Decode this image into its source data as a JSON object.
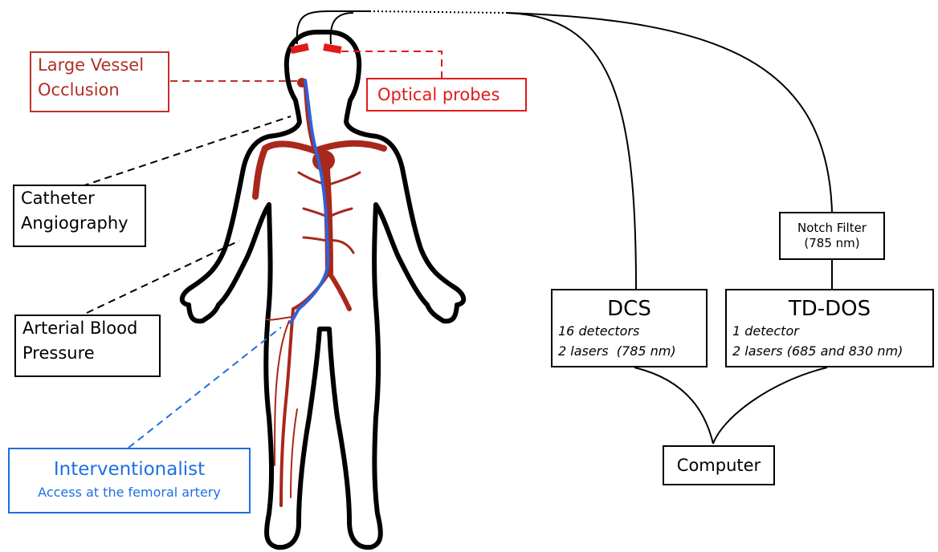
{
  "labels": {
    "large_vessel_occlusion": [
      "Large Vessel",
      "Occlusion"
    ],
    "optical_probes": "Optical probes",
    "catheter_angiography": [
      "Catheter",
      "Angiography"
    ],
    "arterial_blood_pressure": [
      "Arterial Blood",
      "Pressure"
    ],
    "interventionalist": {
      "title": "Interventionalist",
      "subtitle": "Access at the femoral artery"
    },
    "notch_filter": [
      "Notch Filter",
      "(785 nm)"
    ],
    "dcs": {
      "title": "DCS",
      "line1": "16 detectors",
      "line2": "2 lasers  (785 nm)"
    },
    "tddos": {
      "title": "TD-DOS",
      "line1": "1 detector",
      "line2": "2 lasers (685 and 830 nm)"
    },
    "computer": "Computer"
  },
  "colors": {
    "vessel_red": "#a8281c",
    "probe_red": "#e01b1b",
    "label_red": "#b03024",
    "catheter_blue": "#2e62d9",
    "intervention_blue": "#1f6fe0",
    "outline": "#000000"
  },
  "icons": [
    "body-outline-icon",
    "artery-tree-icon",
    "catheter-icon",
    "optical-probe-icon"
  ]
}
